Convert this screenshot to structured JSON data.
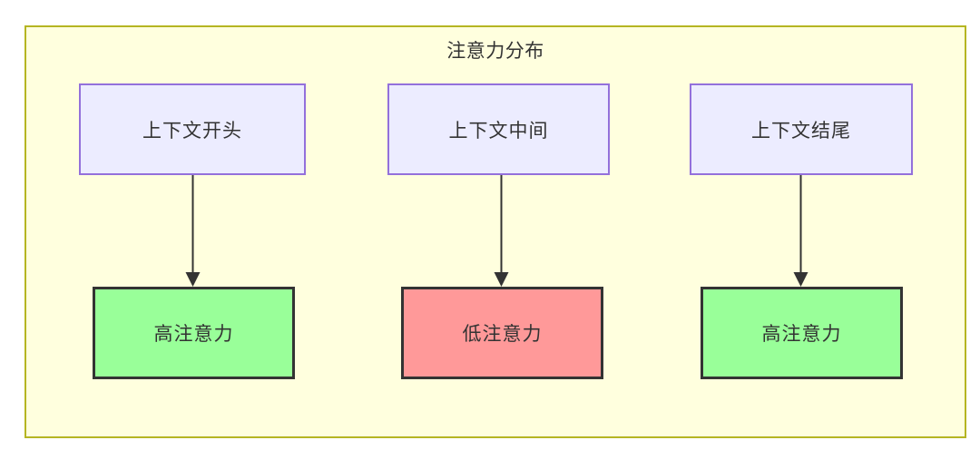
{
  "diagram": {
    "title": "注意力分布",
    "container": {
      "fill": "#ffffde",
      "border": "#b5b522"
    },
    "nodes": [
      {
        "id": "ctx-start",
        "label": "上下文开头",
        "role": "context-segment",
        "fill": "#ececff",
        "border": "#9370db"
      },
      {
        "id": "ctx-middle",
        "label": "上下文中间",
        "role": "context-segment",
        "fill": "#ececff",
        "border": "#9370db"
      },
      {
        "id": "ctx-end",
        "label": "上下文结尾",
        "role": "context-segment",
        "fill": "#ececff",
        "border": "#9370db"
      },
      {
        "id": "attn-start",
        "label": "高注意力",
        "role": "attention-level-high",
        "fill": "#99ff99",
        "border": "#333333"
      },
      {
        "id": "attn-middle",
        "label": "低注意力",
        "role": "attention-level-low",
        "fill": "#ff9999",
        "border": "#333333"
      },
      {
        "id": "attn-end",
        "label": "高注意力",
        "role": "attention-level-high",
        "fill": "#99ff99",
        "border": "#333333"
      }
    ],
    "edges": [
      {
        "from": "ctx-start",
        "to": "attn-start",
        "style": "arrow"
      },
      {
        "from": "ctx-middle",
        "to": "attn-middle",
        "style": "arrow"
      },
      {
        "from": "ctx-end",
        "to": "attn-end",
        "style": "arrow"
      }
    ]
  }
}
